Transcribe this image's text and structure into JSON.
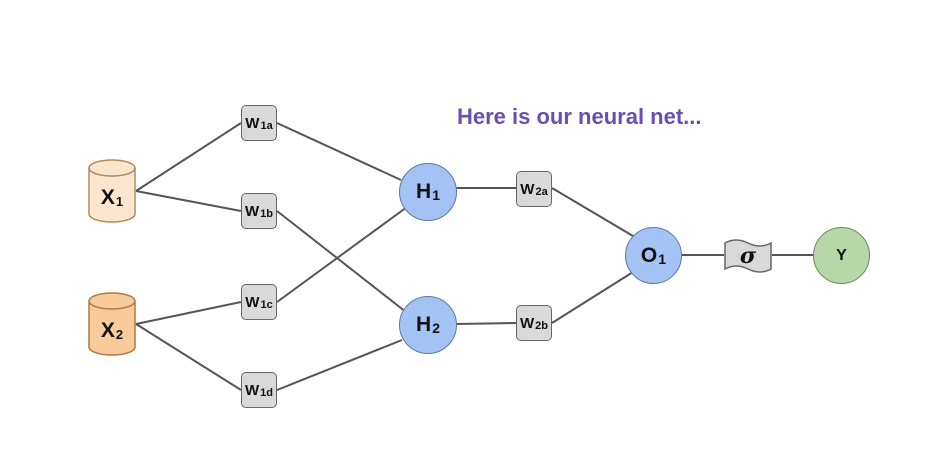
{
  "caption": "Here is our neural net...",
  "inputs": [
    {
      "base": "X",
      "sub": "1",
      "fill": "#fce5cd",
      "stroke": "#b08a60"
    },
    {
      "base": "X",
      "sub": "2",
      "fill": "#f9cb9c",
      "stroke": "#b07a40"
    }
  ],
  "weights_layer1": [
    {
      "base": "W",
      "sub": "1a"
    },
    {
      "base": "W",
      "sub": "1b"
    },
    {
      "base": "W",
      "sub": "1c"
    },
    {
      "base": "W",
      "sub": "1d"
    }
  ],
  "hidden": [
    {
      "base": "H",
      "sub": "1"
    },
    {
      "base": "H",
      "sub": "2"
    }
  ],
  "weights_layer2": [
    {
      "base": "W",
      "sub": "2a"
    },
    {
      "base": "W",
      "sub": "2b"
    }
  ],
  "output_node": {
    "base": "O",
    "sub": "1"
  },
  "activation": {
    "symbol": "σ"
  },
  "final_output": {
    "label": "Y"
  },
  "colors": {
    "caption": "#6a4eb1",
    "hidden_fill": "#a4c2f4",
    "output_fill": "#a4c2f4",
    "y_fill": "#b6d7a8",
    "weight_fill": "#d9d9d9",
    "edge": "#555555"
  }
}
